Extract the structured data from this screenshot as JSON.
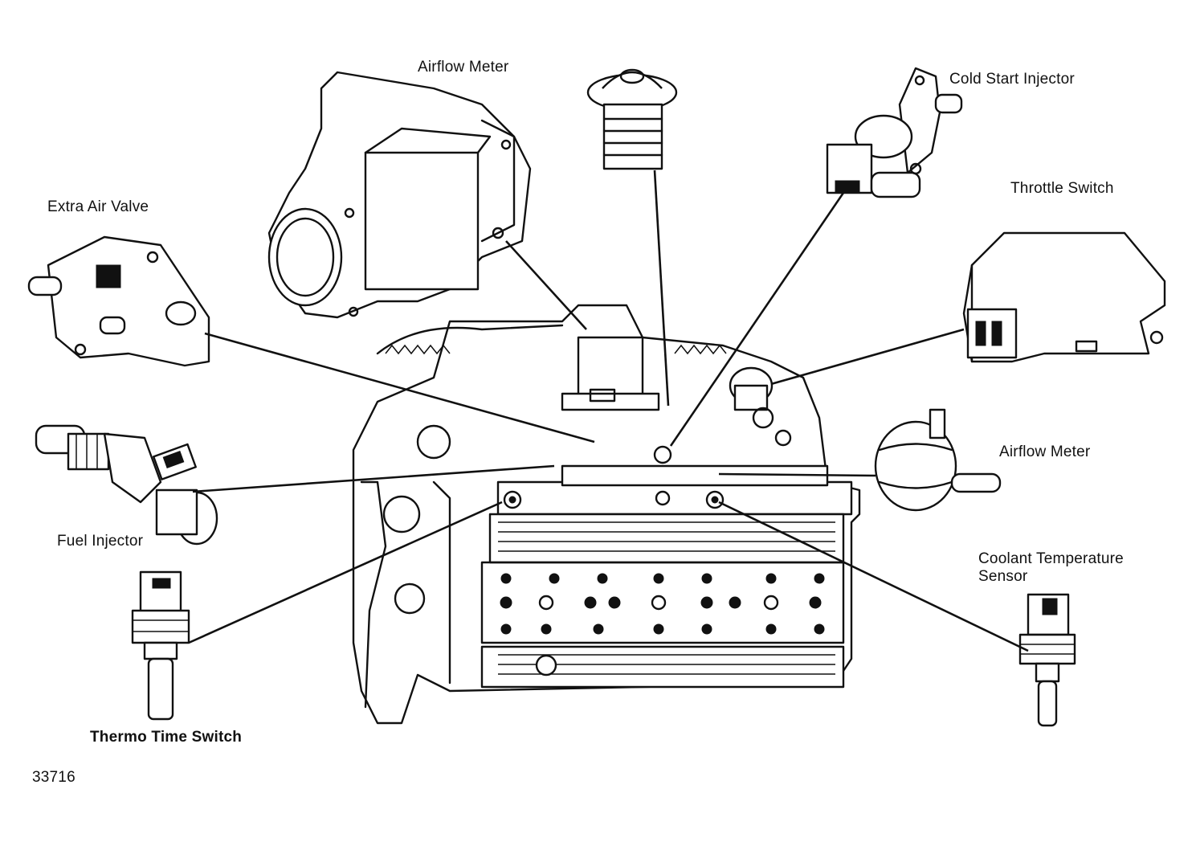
{
  "labels": {
    "airflow_meter_top": "Airflow Meter",
    "cold_start_injector": "Cold Start Injector",
    "throttle_switch": "Throttle Switch",
    "extra_air_valve": "Extra Air Valve",
    "airflow_meter_right": "Airflow Meter",
    "fuel_injector": "Fuel Injector",
    "coolant_temp_line1": "Coolant Temperature",
    "coolant_temp_line2": "Sensor",
    "thermo_time_switch": "Thermo Time Switch"
  },
  "figure_number": "33716",
  "colors": {
    "ink": "#111111",
    "paper": "#ffffff"
  }
}
